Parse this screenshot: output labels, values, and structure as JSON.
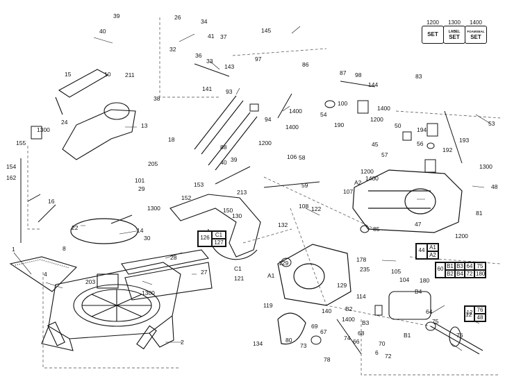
{
  "legend": [
    {
      "code": "1200",
      "icon": "SET",
      "sub": ""
    },
    {
      "code": "1300",
      "icon": "SET",
      "sub": "LABEL"
    },
    {
      "code": "1400",
      "icon": "SET",
      "sub": "FOAMSEAL"
    }
  ],
  "labels": {
    "l1": "1",
    "l2": "2",
    "l4": "4",
    "l6": "6",
    "l8": "8",
    "l10": "10",
    "l12": "12",
    "l13": "13",
    "l14": "14",
    "l15": "15",
    "l16": "16",
    "l18": "18",
    "l22": "22",
    "l24": "24",
    "l26": "26",
    "l27": "27",
    "l28": "28",
    "l29": "29",
    "l30": "30",
    "l32": "32",
    "l33": "33",
    "l34": "34",
    "l36": "36",
    "l37": "37",
    "l38": "38",
    "l39a": "39",
    "l39b": "39",
    "l40a": "40",
    "l40b": "40",
    "l41": "41",
    "l44": "44",
    "l45": "45",
    "l47": "47",
    "l48": "48",
    "l50": "50",
    "l53": "53",
    "l54": "54",
    "l56": "56",
    "l57": "57",
    "l58": "58",
    "l59": "59",
    "l60": "60",
    "l64": "64",
    "l66": "66",
    "l67": "67",
    "l68": "68",
    "l69": "69",
    "l70": "70",
    "l72": "72",
    "l73": "73",
    "l74": "74",
    "l75": "75",
    "l76": "76",
    "l78": "78",
    "l80": "80",
    "l81": "81",
    "l83": "83",
    "l85": "85",
    "l86": "86",
    "l87": "87",
    "l88": "88",
    "l93": "93",
    "l94": "94",
    "l97": "97",
    "l98": "98",
    "l100": "100",
    "l101": "101",
    "l104": "104",
    "l105": "105",
    "l106": "106",
    "l107": "107",
    "l108": "108",
    "l114": "114",
    "l119": "119",
    "l121": "121",
    "l122": "122",
    "l126": "126",
    "l127": "127",
    "l129a": "129",
    "l129b": "129",
    "l130": "130",
    "l132": "132",
    "l134": "134",
    "l140": "140",
    "l141": "141",
    "l143": "143",
    "l144": "144",
    "l145": "145",
    "l150": "150",
    "l152": "152",
    "l153": "153",
    "l154": "154",
    "l155": "155",
    "l162": "162",
    "l178": "178",
    "l180": "180",
    "l190": "190",
    "l192": "192",
    "l193": "193",
    "l194": "194",
    "l203": "203",
    "l205": "205",
    "l211": "211",
    "l213": "213",
    "l235": "235",
    "lA1a": "A1",
    "lA2a": "A2",
    "lB1": "B1",
    "lB2": "B2",
    "lB3": "B3",
    "lB4": "B4",
    "lC1": "C1",
    "lC1b": "C1",
    "k1200a": "1200",
    "k1200b": "1200",
    "k1200c": "1200",
    "k1200d": "1200",
    "k1200e": "1200",
    "k1300a": "1300",
    "k1300b": "1300",
    "k1300c": "1300",
    "k1300d": "1300",
    "k1400a": "1400",
    "k1400b": "1400",
    "k1400c": "1400",
    "k1400d": "1400",
    "k1400e": "1400"
  },
  "box_126": {
    "main": "126",
    "top": "C1",
    "bottom": "127"
  },
  "box_44": {
    "main": "44",
    "top": "A1",
    "bottom": "A2"
  },
  "box_12": {
    "main": "12",
    "top": "76",
    "bottom": "48"
  },
  "box_60": {
    "main": "60",
    "row1": [
      "B1",
      "B3",
      "64",
      "75"
    ],
    "row2": [
      "B2",
      "B4",
      "72",
      "180"
    ]
  }
}
